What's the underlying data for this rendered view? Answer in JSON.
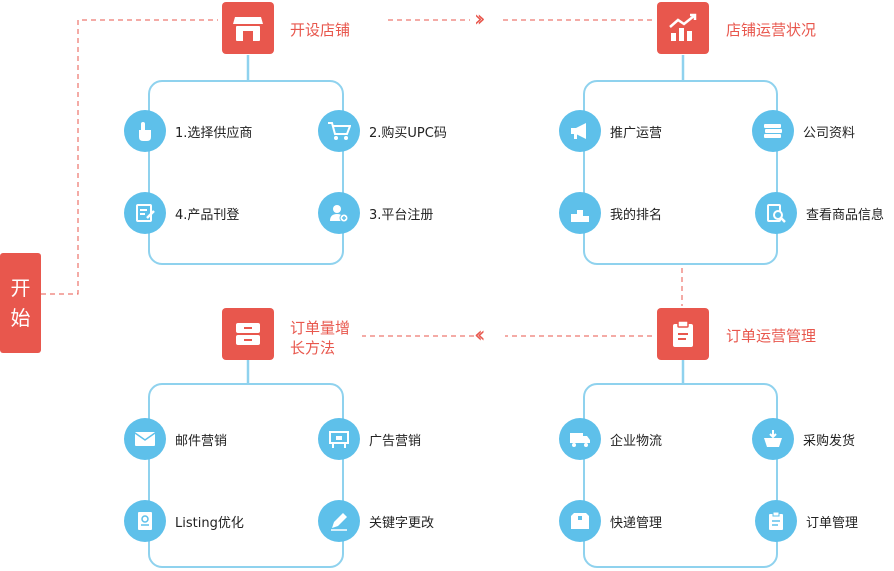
{
  "start": {
    "line1": "开",
    "line2": "始"
  },
  "sections": {
    "open_store": {
      "title": "开设店铺",
      "items": [
        "1.选择供应商",
        "2.购买UPC码",
        "4.产品刊登",
        "3.平台注册"
      ]
    },
    "store_status": {
      "title": "店铺运营状况",
      "items": [
        "推广运营",
        "公司资料",
        "我的排名",
        "查看商品信息"
      ]
    },
    "order_growth": {
      "title_line1": "订单量增",
      "title_line2": "长方法",
      "items": [
        "邮件营销",
        "广告营销",
        "Listing优化",
        "关键字更改"
      ]
    },
    "order_mgmt": {
      "title": "订单运营管理",
      "items": [
        "企业物流",
        "采购发货",
        "快递管理",
        "订单管理"
      ]
    }
  },
  "icons": {
    "open_store": "storefront-icon",
    "store_status": "bar-chart-icon",
    "order_growth": "drawer-icon",
    "order_mgmt": "clipboard-icon"
  },
  "colors": {
    "accent": "#e8574d",
    "box_border": "#8fd2ee",
    "circle": "#5ec0ea"
  }
}
